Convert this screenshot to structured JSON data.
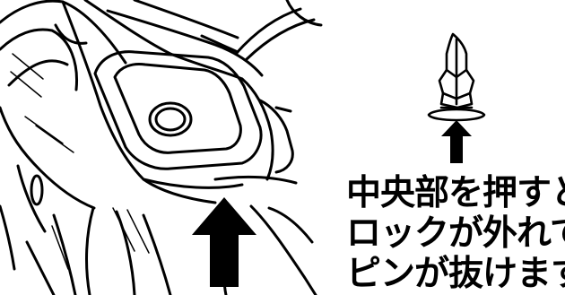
{
  "instruction": {
    "lines": [
      "中央部を押すと",
      "ロックが外れて",
      "ピンが抜けます"
    ]
  },
  "colors": {
    "ink": "#000000",
    "paper": "#ffffff"
  },
  "illustration": {
    "left": "motorcycle-front-cowl-with-push-arrow",
    "right": "push-pin-clip-with-push-arrow"
  }
}
